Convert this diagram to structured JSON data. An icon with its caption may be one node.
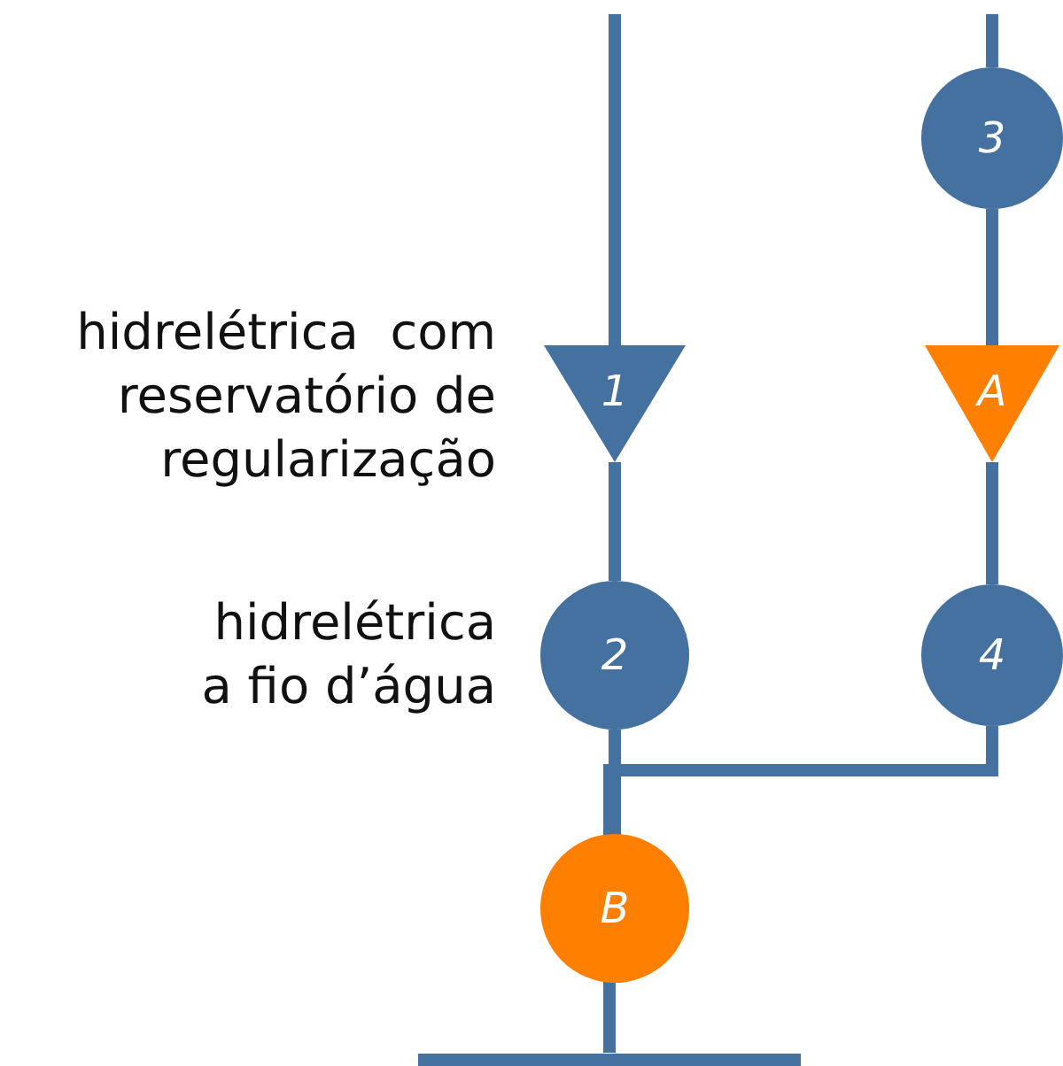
{
  "diagram": {
    "nodes": [
      {
        "text": [
          "1"
        ],
        "beside": [
          "hidrelétrica  com reservatório de regularização"
        ]
      },
      {
        "text": [
          "2"
        ],
        "beside": [
          "hidrelétrica a fio d’água"
        ]
      },
      {
        "text": [
          "3"
        ]
      },
      {
        "text": [
          "A"
        ]
      },
      {
        "text": [
          "4"
        ]
      },
      {
        "text": [
          "B"
        ]
      },
      {
        "text": [],
        "shape": "bar"
      }
    ],
    "edges": [
      {
        "from": null,
        "to": 0,
        "arrow": "none"
      },
      {
        "from": null,
        "to": 2,
        "arrow": "none"
      },
      {
        "from": 0,
        "to": 1,
        "arrow": "none"
      },
      {
        "from": 2,
        "to": 3,
        "arrow": "none"
      },
      {
        "from": 3,
        "to": 4,
        "arrow": "none"
      },
      {
        "from": 1,
        "to": 5,
        "arrow": "none"
      },
      {
        "from": 4,
        "to": 5,
        "arrow": "none"
      },
      {
        "from": 5,
        "to": 6,
        "arrow": "none"
      }
    ]
  }
}
